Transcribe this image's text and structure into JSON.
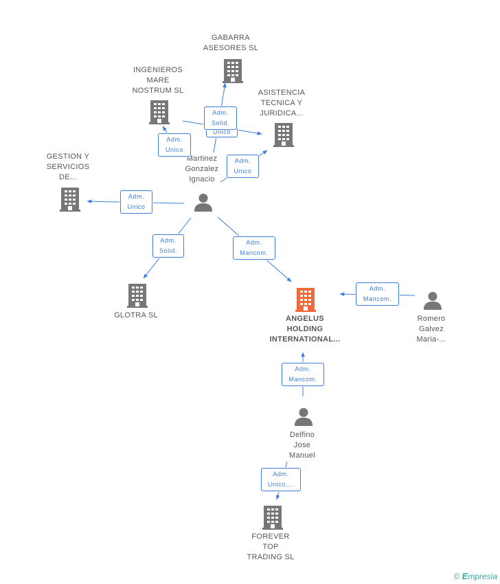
{
  "colors": {
    "edge": "#3b7dd8",
    "company": "#777777",
    "company_main": "#f06a3b",
    "person": "#777777",
    "text": "#555555"
  },
  "nodes": {
    "gabarra": {
      "label": "GABARRA\nASESORES SL",
      "type": "company"
    },
    "ingenieros": {
      "label": "INGENIEROS\nMARE\nNOSTRUM SL",
      "type": "company"
    },
    "asistencia": {
      "label": "ASISTENCIA\nTECNICA Y\nJURIDICA...",
      "type": "company"
    },
    "gestion": {
      "label": "GESTION Y\nSERVICIOS\nDE...",
      "type": "company"
    },
    "martinez": {
      "label": "Martinez\nGonzalez\nIgnacio",
      "type": "person"
    },
    "glotra": {
      "label": "GLOTRA SL",
      "type": "company"
    },
    "angelus": {
      "label": "ANGELUS\nHOLDING\nINTERNATIONAL...",
      "type": "company_main"
    },
    "romero": {
      "label": "Romero\nGalvez\nMaria-...",
      "type": "person"
    },
    "delfino": {
      "label": "Delfino\nJose\nManuel",
      "type": "person"
    },
    "forever": {
      "label": "FOREVER\nTOP\nTRADING SL",
      "type": "company"
    }
  },
  "edges": {
    "to_gabarra": "Adm.\nSolid.",
    "to_gabarra_hidden": "Unico",
    "to_ingenieros": "Adm.\nUnico",
    "to_asistencia": "Adm.\nUnico",
    "to_gestion": "Adm.\nUnico",
    "to_glotra": "Adm.\nSolid.",
    "to_angelus": "Adm.\nMancom.",
    "romero_angelus": "Adm.\nMancom.",
    "delfino_angelus": "Adm.\nMancom.",
    "delfino_forever": "Adm.\nUnico,..."
  },
  "watermark": {
    "copyright": "©",
    "brand_initial": "E",
    "brand_rest": "mpresia"
  }
}
